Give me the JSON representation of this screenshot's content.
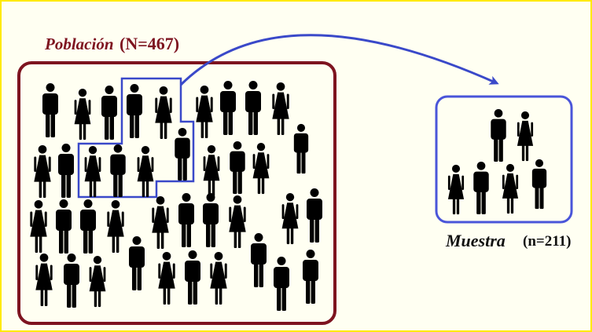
{
  "population": {
    "label": "Población",
    "count": "(N=467)"
  },
  "sample": {
    "label": "Muestra",
    "count": "(n=211)"
  },
  "colors": {
    "background": "#fffff2",
    "frame": "#ffea00",
    "population_box": "#7e1420",
    "sample_box": "#4a55d9",
    "selection_outline": "#3a49c9",
    "arrow": "#3a49c9",
    "figures": "#000000"
  },
  "icons": {
    "male": "man-figure-icon",
    "female": "woman-figure-icon"
  }
}
